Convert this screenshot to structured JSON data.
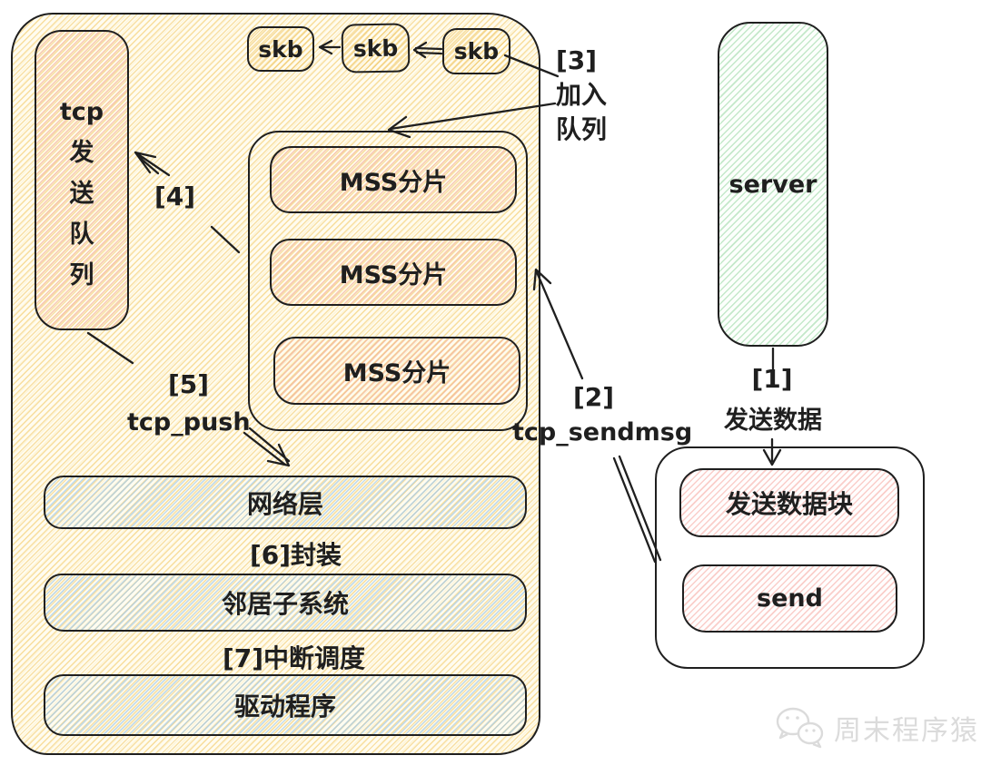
{
  "main_panel": {
    "tcp_send_queue": {
      "lines": [
        "tcp",
        "发",
        "送",
        "队",
        "列"
      ]
    },
    "skb_chain": [
      {
        "label": "skb"
      },
      {
        "label": "skb"
      },
      {
        "label": "skb"
      }
    ],
    "mss_group": [
      {
        "label": "MSS分片"
      },
      {
        "label": "MSS分片"
      },
      {
        "label": "MSS分片"
      }
    ],
    "layers": {
      "network": "网络层",
      "neighbor": "邻居子系统",
      "driver": "驱动程序"
    },
    "steps": {
      "s4": "[4]",
      "s5": "[5]",
      "s5_fn": "tcp_push",
      "s6": "[6]封装",
      "s7": "[7]中断调度"
    }
  },
  "annotations": {
    "s3": "[3]",
    "s3_line2": "加入",
    "s3_line3": "队列",
    "s2": "[2]",
    "s2_fn": "tcp_sendmsg",
    "s1": "[1]",
    "s1_label": "发送数据"
  },
  "server": {
    "label": "server"
  },
  "user_process": {
    "data_block": "发送数据块",
    "send_call": "send"
  },
  "watermark": {
    "text": "周末程序猿",
    "icon": "wechat-icon"
  },
  "colors": {
    "stroke": "#1f1f1f",
    "hatch_yellow": "#f3c968",
    "hatch_pink": "#f2a384",
    "hatch_red": "#f3968c",
    "hatch_blue": "#9ec8eb",
    "hatch_green": "#96d6a0",
    "watermark_gray": "#dbdbdb"
  }
}
